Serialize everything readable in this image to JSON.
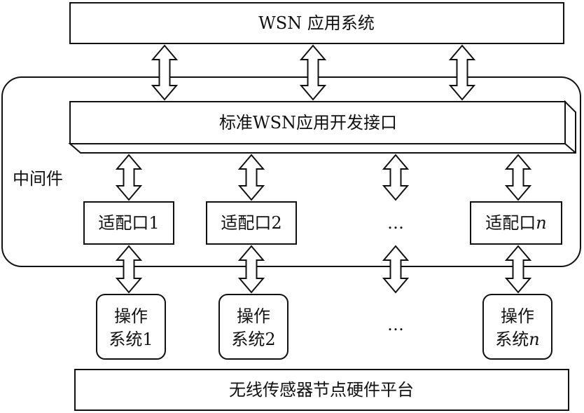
{
  "app_layer": {
    "label": "WSN 应用系统"
  },
  "api_layer": {
    "label": "标准WSN应用开发接口"
  },
  "middleware": {
    "label": "中间件"
  },
  "adapters": [
    {
      "prefix": "适配口",
      "suffix": "1",
      "italic": false
    },
    {
      "prefix": "适配口",
      "suffix": "2",
      "italic": false
    },
    {
      "prefix": "适配口",
      "suffix": "n",
      "italic": true
    }
  ],
  "operating_systems": [
    {
      "line1": "操作",
      "line2_prefix": "系统",
      "line2_suffix": "1",
      "italic": false
    },
    {
      "line1": "操作",
      "line2_prefix": "系统",
      "line2_suffix": "2",
      "italic": false
    },
    {
      "line1": "操作",
      "line2_prefix": "系统",
      "line2_suffix": "n",
      "italic": true
    }
  ],
  "ellipsis": "…",
  "hardware_layer": {
    "label": "无线传感器节点硬件平台"
  },
  "colors": {
    "stroke": "#111111",
    "fill": "#ffffff"
  }
}
